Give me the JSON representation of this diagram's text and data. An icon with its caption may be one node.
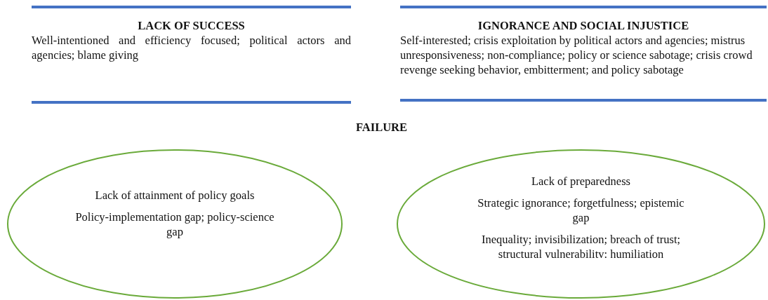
{
  "diagram": {
    "nodes": [
      {
        "text": [
          "LACK OF SUCCESS",
          "Well-intentioned and efficiency focused; political actors and agencies; blame giving"
        ]
      },
      {
        "text": [
          "IGNORANCE AND SOCIAL INJUSTICE",
          "Self-interested; crisis exploitation by political actors and agencies; mistrus unresponsiveness; non-compliance; policy or science sabotage; crisis crowd revenge seeking behavior, embitterment; and policy sabotage"
        ]
      },
      {
        "text": [
          "Lack of attainment of policy goals",
          "Policy-implementation gap; policy-science gap"
        ]
      },
      {
        "text": [
          "Lack of preparedness",
          "Strategic ignorance; forgetfulness; epistemic gap",
          "Inequality; invisibilization; breach of trust; structural vulnerabilitv: humiliation"
        ]
      }
    ],
    "labels": [
      "FAILURE"
    ]
  }
}
